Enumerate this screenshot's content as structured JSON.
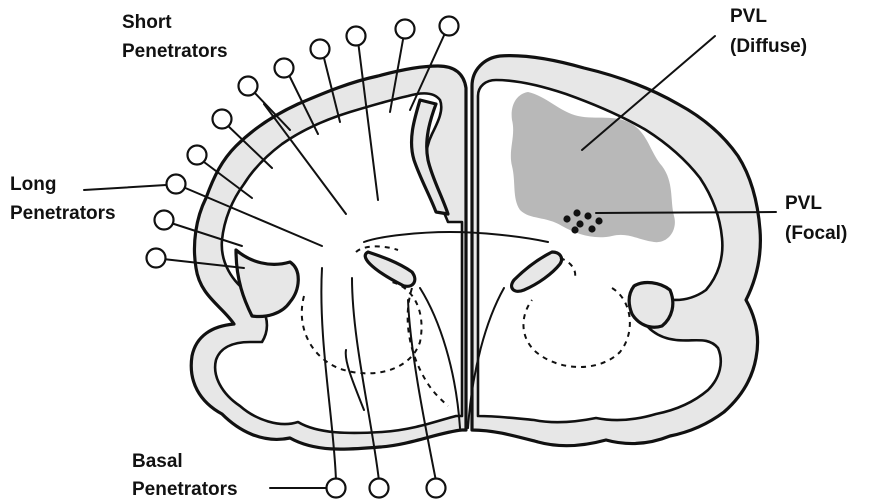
{
  "labels": {
    "short_line1": "Short",
    "short_line2": "Penetrators",
    "long_line1": "Long",
    "long_line2": "Penetrators",
    "basal_line1": "Basal",
    "basal_line2": "Penetrators",
    "pvl_diffuse_line1": "PVL",
    "pvl_diffuse_line2": "(Diffuse)",
    "pvl_focal_line1": "PVL",
    "pvl_focal_line2": "(Focal)"
  },
  "colors": {
    "outline": "#111111",
    "cortex_fill": "#e7e7e7",
    "diffuse_lesion": "#b8b8b8",
    "focal_lesion": "#111111"
  }
}
